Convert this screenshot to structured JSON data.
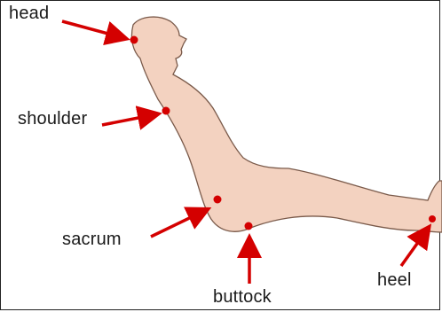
{
  "diagram": {
    "labels": {
      "head": "head",
      "shoulder": "shoulder",
      "sacrum": "sacrum",
      "buttock": "buttock",
      "heel": "heel"
    },
    "colors": {
      "body_fill": "#f3d2c0",
      "body_outline": "#7a5a4a",
      "marker": "#d40000",
      "arrow": "#d40000"
    }
  }
}
